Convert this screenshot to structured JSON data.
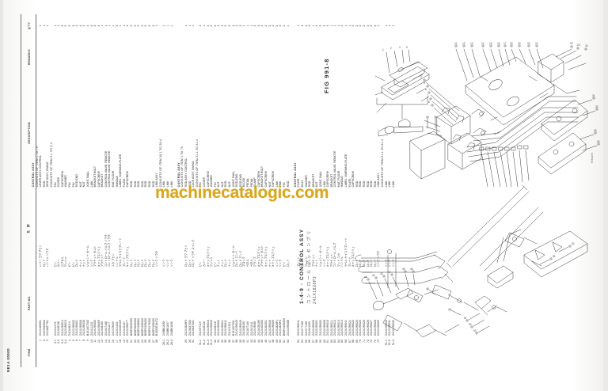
{
  "page": {
    "sheet_code": "NE1A 00000",
    "figure_label": "FIG 991-8",
    "title_en": "1-4-9 · CONTROL ASSY",
    "title_jp": "コントロール アッセンブリ",
    "title_code": "Z41X1826P3",
    "corner_note": "Hitachi",
    "watermark": "machinecatalogic.com"
  },
  "table": {
    "group_heading": "CONTROL ASSY",
    "headers": {
      "item": "ITEM",
      "part_no": "PART NO.",
      "description_jp": "名　称",
      "description_en": "DESCRIPTION",
      "remarks": "REMARKS",
      "qty": "Q'TY"
    },
    "columns_left": [
      {
        "item": "",
        "part_no": "",
        "jp": "",
        "desc": "CONTROL ASSY",
        "rem": "",
        "qty": "",
        "style": "grp"
      },
      {
        "item": "",
        "part_no": "",
        "jp": "",
        "desc": "CONSISTS OF ITEM 1 TO 75",
        "rem": "",
        "qty": "",
        "style": "consists"
      },
      {
        "item": "1",
        "part_no": "Z41X182601",
        "jp": "レバー ヨウ ブヒン",
        "desc": "LEVER ASSY, CONTROL",
        "rem": "",
        "qty": "1"
      },
      {
        "item": "2",
        "part_no": "Z42Y005000",
        "jp": "ロッド",
        "desc": "ROD",
        "rem": "",
        "qty": "1"
      },
      {
        "item": "3",
        "part_no": "Z41X827761",
        "jp": "ハンドル ソウチ",
        "desc": "GRIP ASSY, SWING",
        "rem": "",
        "qty": "1"
      },
      {
        "item": "",
        "part_no": "",
        "jp": "",
        "desc": "CONSISTS OF ITEM 3-1 TO 3-4",
        "rem": "",
        "qty": "",
        "style": "consists"
      },
      {
        "item": "3-1",
        "part_no": "Z41X11176",
        "jp": "ピン",
        "desc": "PIN",
        "rem": "",
        "qty": "1"
      },
      {
        "item": "3-2",
        "part_no": "Z41X48128",
        "jp": "カバー",
        "desc": "COVER",
        "rem": "",
        "qty": "1"
      },
      {
        "item": "3-3",
        "part_no": "Z41X196014",
        "jp": "カプセル",
        "desc": "CAPSCREW",
        "rem": "",
        "qty": "2"
      },
      {
        "item": "3-4",
        "part_no": "Z41X196019",
        "jp": "ワッシャ",
        "desc": "WASHER",
        "rem": "",
        "qty": "2"
      },
      {
        "item": "4",
        "part_no": "Z41X48114",
        "jp": "ピン",
        "desc": "PIN",
        "rem": "",
        "qty": "2"
      },
      {
        "item": "5",
        "part_no": "Z41X196002",
        "jp": "ピン",
        "desc": "PIN",
        "rem": "",
        "qty": "2"
      },
      {
        "item": "6",
        "part_no": "Z41X196001",
        "jp": "ロッド",
        "desc": "ROD END",
        "rem": "",
        "qty": "4"
      },
      {
        "item": "7",
        "part_no": "Z41X196008",
        "jp": "ナット",
        "desc": "NUT",
        "rem": "",
        "qty": "4"
      },
      {
        "item": "8",
        "part_no": "Z41X196030",
        "jp": "ナット",
        "desc": "NUT",
        "rem": "",
        "qty": "2"
      },
      {
        "item": "9",
        "part_no": "B161007503",
        "jp": "ジョイント ボール",
        "desc": "JOINT, BALL",
        "rem": "",
        "qty": "4"
      },
      {
        "item": "10",
        "part_no": "Z41X11131",
        "jp": "リンク",
        "desc": "LINK",
        "rem": "",
        "qty": "2"
      },
      {
        "item": "11",
        "part_no": "Z41X196000",
        "jp": "ブラケット ボルト",
        "desc": "BRACKET BOLT",
        "rem": "",
        "qty": "2"
      },
      {
        "item": "12",
        "part_no": "Z41X196009",
        "jp": "キャップスクリュ",
        "desc": "CAPSCREW",
        "rem": "",
        "qty": "4"
      },
      {
        "item": "13",
        "part_no": "Z41X48150",
        "jp": "ブラケット",
        "desc": "BRACKET",
        "rem": "",
        "qty": "1"
      },
      {
        "item": "14",
        "part_no": "Z41X47168",
        "jp": "コントロール バルブ ソウチ",
        "desc": "CONTROL VALVE, REMOTE",
        "rem": "",
        "qty": "1"
      },
      {
        "item": "15",
        "part_no": "Z41X41177",
        "jp": "コントロール バルブ ソウチ",
        "desc": "CONTROL VALVE, REMOTE",
        "rem": "",
        "qty": "1"
      },
      {
        "item": "16",
        "part_no": "Z41Y19029",
        "jp": "ユカ ブヒン",
        "desc": "MAT, FLOOR",
        "rem": "",
        "qty": "1"
      },
      {
        "item": "17",
        "part_no": "Z41X11021",
        "jp": "ハンドル",
        "desc": "HANDLE",
        "rem": "",
        "qty": "2"
      },
      {
        "item": "18",
        "part_no": "Z41X426169",
        "jp": "ラベル ケイコクプレート",
        "desc": "LABEL, WARNING-PLATE",
        "rem": "",
        "qty": "1"
      },
      {
        "item": "19",
        "part_no": "Z41X16157",
        "jp": "プレート",
        "desc": "PLATE",
        "rem": "",
        "qty": "1"
      },
      {
        "item": "20",
        "part_no": "Z41X196077",
        "jp": "キャップスクリュ",
        "desc": "CAPSCREW",
        "rem": "",
        "qty": "2"
      },
      {
        "item": "21",
        "part_no": "B05P0000506",
        "jp": "ロッド",
        "desc": "ROD",
        "rem": "",
        "qty": "2"
      },
      {
        "item": "22",
        "part_no": "B05P0000506",
        "jp": "ロッド",
        "desc": "ROD",
        "rem": "",
        "qty": "2"
      },
      {
        "item": "23",
        "part_no": "B05P0168800",
        "jp": "ロッド",
        "desc": "ROD",
        "rem": "",
        "qty": "2"
      },
      {
        "item": "24",
        "part_no": "B05P0165000",
        "jp": "ロッド",
        "desc": "ROD",
        "rem": "",
        "qty": "2"
      },
      {
        "item": "25",
        "part_no": "B05P0165000",
        "jp": "ロッド",
        "desc": "ROD",
        "rem": "",
        "qty": "2"
      },
      {
        "item": "26",
        "part_no": "B05P0170000",
        "jp": "ロッド",
        "desc": "ROD",
        "rem": "",
        "qty": "2"
      },
      {
        "item": "27",
        "part_no": "B05P0165000",
        "jp": "ロッド",
        "desc": "ROD",
        "rem": "",
        "qty": "2"
      },
      {
        "item": "28",
        "part_no": "B10S0016472",
        "jp": "リンク ソウチ",
        "desc": "LINK ASSY",
        "rem": "",
        "qty": "1"
      },
      {
        "item": "",
        "part_no": "",
        "jp": "",
        "desc": "CONSISTS OF ITEM 28-1 TO 28-4",
        "rem": "",
        "qty": "",
        "style": "consists"
      },
      {
        "item": "28-1",
        "part_no": "Z40B01638",
        "jp": "リンク",
        "desc": "LINK",
        "rem": "",
        "qty": "1"
      },
      {
        "item": "28-2",
        "part_no": "Z40B01637",
        "jp": "リンク",
        "desc": "LINK",
        "rem": "",
        "qty": "1"
      },
      {
        "item": "28-3",
        "part_no": "Z40B01630",
        "jp": "リンク",
        "desc": "LINK",
        "rem": "",
        "qty": "1"
      }
    ],
    "columns_mid": [
      {
        "item": "",
        "part_no": "",
        "jp": "",
        "desc": "CONTROL ASSY",
        "rem": "",
        "qty": "",
        "style": "grp"
      },
      {
        "item": "",
        "part_no": "",
        "jp": "",
        "desc": "CONSISTS OF ITEM 1 TO 75",
        "rem": "",
        "qty": "",
        "style": "consists"
      },
      {
        "item": "29",
        "part_no": "Z41X1826P3",
        "jp": "ロッド ヨウ ブヒン",
        "desc": "ROD ASSY, CONTROL",
        "rem": "",
        "qty": "1"
      },
      {
        "item": "30",
        "part_no": "Z41X827000",
        "jp": "ロッド",
        "desc": "ROD",
        "rem": "",
        "qty": "1"
      },
      {
        "item": "31",
        "part_no": "Z41X827001",
        "jp": "ロッド ソウチ スイング",
        "desc": "LOCK ASSY, SWING",
        "rem": "",
        "qty": "1"
      },
      {
        "item": "",
        "part_no": "",
        "jp": "",
        "desc": "CONSISTS OF ITEM 31-1 TO 31-4",
        "rem": "",
        "qty": "",
        "style": "consists"
      },
      {
        "item": "31-1",
        "part_no": "Z41X97119",
        "jp": "ピン",
        "desc": "PIN",
        "rem": "",
        "qty": "2"
      },
      {
        "item": "31-2",
        "part_no": "Z41X48126",
        "jp": "カバー",
        "desc": "COVER",
        "rem": "",
        "qty": "1"
      },
      {
        "item": "31-3",
        "part_no": "Z41X196016",
        "jp": "キャップスクリュ",
        "desc": "CAPSCREW",
        "rem": "",
        "qty": "2"
      },
      {
        "item": "31-4",
        "part_no": "Z41X196020",
        "jp": "ワッシャ",
        "desc": "WASHER",
        "rem": "",
        "qty": "2"
      },
      {
        "item": "32",
        "part_no": "Z41X48118",
        "jp": "ピン",
        "desc": "PIN",
        "rem": "",
        "qty": "2"
      },
      {
        "item": "33",
        "part_no": "Z41X196000",
        "jp": "ナット",
        "desc": "NUT",
        "rem": "",
        "qty": "4"
      },
      {
        "item": "34",
        "part_no": "Z41X196011",
        "jp": "ナット",
        "desc": "NUT",
        "rem": "",
        "qty": "4"
      },
      {
        "item": "35",
        "part_no": "Z41X196041",
        "jp": "ロッド",
        "desc": "ROD",
        "rem": "",
        "qty": "2"
      },
      {
        "item": "36",
        "part_no": "Z41X11011",
        "jp": "ナット",
        "desc": "NUT",
        "rem": "",
        "qty": "2"
      },
      {
        "item": "37",
        "part_no": "B161007501",
        "jp": "ジョイント ボール",
        "desc": "JOINT, BALL",
        "rem": "",
        "qty": "4"
      },
      {
        "item": "38",
        "part_no": "Z41X196040",
        "jp": "ロッド エンド",
        "desc": "ROD-END",
        "rem": "",
        "qty": "2"
      },
      {
        "item": "39",
        "part_no": "Z41X196040",
        "jp": "ロッド エンド",
        "desc": "ROD-END",
        "rem": "",
        "qty": "2"
      },
      {
        "item": "40",
        "part_no": "Z41X48150",
        "jp": "ブロック",
        "desc": "BLOCK",
        "rem": "",
        "qty": "1"
      },
      {
        "item": "41",
        "part_no": "Z41X47140",
        "jp": "ペダル",
        "desc": "PEDAL",
        "rem": "",
        "qty": "1"
      },
      {
        "item": "42",
        "part_no": "Z41X41141",
        "jp": "ペダル",
        "desc": "PEDAL",
        "rem": "",
        "qty": "1"
      },
      {
        "item": "43",
        "part_no": "Z41X19068",
        "jp": "クランプ",
        "desc": "CLAMP",
        "rem": "",
        "qty": "2"
      },
      {
        "item": "44",
        "part_no": "Z41X426169",
        "jp": "キャップスクリュ",
        "desc": "CAPSCREW",
        "rem": "",
        "qty": "4"
      },
      {
        "item": "45",
        "part_no": "Z41X162000",
        "jp": "ブラケット ボルト",
        "desc": "BRACKET BOLT",
        "rem": "",
        "qty": "2"
      },
      {
        "item": "46",
        "part_no": "Z41X162001",
        "jp": "キャップスクリュ",
        "desc": "CAPSCREW",
        "rem": "",
        "qty": "2"
      },
      {
        "item": "47",
        "part_no": "Z41X196000",
        "jp": "ナット",
        "desc": "NUT",
        "rem": "",
        "qty": "2"
      },
      {
        "item": "48",
        "part_no": "Z41X196009",
        "jp": "キャップスクリュ",
        "desc": "CAPSCREW",
        "rem": "",
        "qty": "2"
      },
      {
        "item": "49",
        "part_no": "Z41X1826P1",
        "jp": "リンク",
        "desc": "LINK",
        "rem": "",
        "qty": "2"
      },
      {
        "item": "50",
        "part_no": "Z41X1826P2",
        "jp": "リンク",
        "desc": "LINK",
        "rem": "",
        "qty": "2"
      },
      {
        "item": "51",
        "part_no": "B05P0165000",
        "jp": "ピン",
        "desc": "PIN",
        "rem": "",
        "qty": "2"
      },
      {
        "item": "52",
        "part_no": "Z41X196088",
        "jp": "ロッド",
        "desc": "ROD",
        "rem": "",
        "qty": "1"
      }
    ],
    "columns_right": [
      {
        "item": "",
        "part_no": "",
        "jp": "",
        "desc": "CONTROL ASSY",
        "rem": "",
        "qty": "",
        "style": "grp"
      },
      {
        "item": "53",
        "part_no": "Z41X196041",
        "jp": "プレート",
        "desc": "PLATE",
        "rem": "",
        "qty": "1"
      },
      {
        "item": "54",
        "part_no": "Z41X77108",
        "jp": "ボルト",
        "desc": "BOLT",
        "rem": "",
        "qty": "4"
      },
      {
        "item": "55",
        "part_no": "Z41X77105",
        "jp": "ワッシャ",
        "desc": "WASHER",
        "rem": "",
        "qty": "4"
      },
      {
        "item": "56",
        "part_no": "Z41X41183",
        "jp": "ロッド",
        "desc": "ROD",
        "rem": "",
        "qty": "2"
      },
      {
        "item": "57",
        "part_no": "Z41X196030",
        "jp": "ブラケット",
        "desc": "BRACKET",
        "rem": "",
        "qty": "1"
      },
      {
        "item": "58",
        "part_no": "Z41X196001",
        "jp": "ナット",
        "desc": "NUT",
        "rem": "",
        "qty": "4"
      },
      {
        "item": "59",
        "part_no": "Z41X196002",
        "jp": "ジョイント ボール",
        "desc": "JOINT, BALL",
        "rem": "",
        "qty": "2"
      },
      {
        "item": "60",
        "part_no": "Z41X196008",
        "jp": "リンク",
        "desc": "LINK",
        "rem": "",
        "qty": "2"
      },
      {
        "item": "61",
        "part_no": "Z41X196010",
        "jp": "キャップスクリュ",
        "desc": "CAPSCREW",
        "rem": "",
        "qty": "4"
      },
      {
        "item": "62",
        "part_no": "Z41X196011",
        "jp": "ブラケット",
        "desc": "BRACKET",
        "rem": "",
        "qty": "1"
      },
      {
        "item": "63",
        "part_no": "Z41X196012",
        "jp": "コントロール バルブ",
        "desc": "CONTROL VALVE, REMOTE",
        "rem": "",
        "qty": "1"
      },
      {
        "item": "64",
        "part_no": "Z41X196013",
        "jp": "マット ユカ",
        "desc": "MAT, FLOOR",
        "rem": "",
        "qty": "1"
      },
      {
        "item": "65",
        "part_no": "Z41X196014",
        "jp": "ハンドル",
        "desc": "HANDLE",
        "rem": "",
        "qty": "2"
      },
      {
        "item": "66",
        "part_no": "Z41X196041",
        "jp": "ラベル ケイコクプレート",
        "desc": "LABEL, WARNING-PLATE",
        "rem": "",
        "qty": "1"
      },
      {
        "item": "67",
        "part_no": "Z41X196021",
        "jp": "プレート",
        "desc": "PLATE",
        "rem": "",
        "qty": "1"
      },
      {
        "item": "68",
        "part_no": "Z41X196022",
        "jp": "キャップスクリュ",
        "desc": "CAPSCREW",
        "rem": "",
        "qty": "2"
      },
      {
        "item": "69",
        "part_no": "Z41X196023",
        "jp": "ロッド",
        "desc": "ROD",
        "rem": "",
        "qty": "2"
      },
      {
        "item": "70",
        "part_no": "Z41X196024",
        "jp": "ロッド",
        "desc": "ROD",
        "rem": "",
        "qty": "2"
      },
      {
        "item": "71",
        "part_no": "Z41X196025",
        "jp": "ロッド",
        "desc": "ROD",
        "rem": "",
        "qty": "2"
      },
      {
        "item": "72",
        "part_no": "Z41X196026",
        "jp": "ロッド",
        "desc": "ROD",
        "rem": "",
        "qty": "2"
      },
      {
        "item": "73",
        "part_no": "Z41X196027",
        "jp": "ロッド",
        "desc": "ROD",
        "rem": "",
        "qty": "2"
      },
      {
        "item": "74",
        "part_no": "Z41X196028",
        "jp": "ロッド",
        "desc": "ROD",
        "rem": "",
        "qty": "2"
      },
      {
        "item": "75",
        "part_no": "Z41X196029",
        "jp": "リンク ソウチ",
        "desc": "LINK ASSY",
        "rem": "",
        "qty": "1"
      },
      {
        "item": "",
        "part_no": "",
        "jp": "",
        "desc": "CONSISTS OF ITEM 51-1 TO 51-4",
        "rem": "",
        "qty": "",
        "style": "consists"
      },
      {
        "item": "51-1",
        "part_no": "Z41X196030",
        "jp": "リンク",
        "desc": "LINK",
        "rem": "",
        "qty": "1"
      },
      {
        "item": "51-2",
        "part_no": "Z41X196031",
        "jp": "リンク",
        "desc": "LINK",
        "rem": "",
        "qty": "1"
      },
      {
        "item": "51-3",
        "part_no": "Z41X196032",
        "jp": "リンク",
        "desc": "LINK",
        "rem": "",
        "qty": "1"
      }
    ]
  },
  "diagram": {
    "alt": "Exploded view of control assembly linkage, remote control valves, pedals and floor plate"
  }
}
